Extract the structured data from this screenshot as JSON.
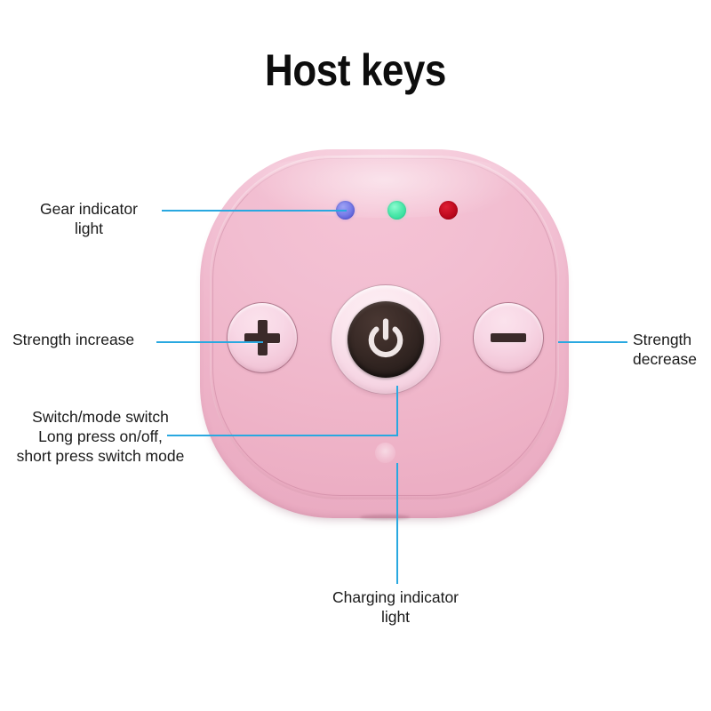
{
  "page": {
    "title": "Host keys",
    "background_color": "#ffffff"
  },
  "theme": {
    "leader_line_color": "#29a8e0",
    "text_color": "#1a1a1a",
    "device_body_color": "#f0b6cc",
    "device_rim_color": "#f4c6d8"
  },
  "device": {
    "name": "host-device",
    "shape": "squircle",
    "indicator_lights": [
      {
        "name": "gear-indicator-led-blue",
        "color": "#6b6fe8",
        "label": "blue"
      },
      {
        "name": "gear-indicator-led-green",
        "color": "#3fe8a8",
        "label": "green"
      },
      {
        "name": "gear-indicator-led-red",
        "color": "#c50d22",
        "label": "red"
      }
    ],
    "buttons": {
      "plus": {
        "glyph": "+",
        "name": "strength-increase-button"
      },
      "minus": {
        "glyph": "−",
        "name": "strength-decrease-button"
      },
      "power": {
        "glyph": "power-symbol",
        "name": "power-mode-button"
      }
    },
    "charging_indicator": {
      "name": "charging-indicator-light"
    }
  },
  "callouts": [
    {
      "id": "gear-indicator",
      "text": "Gear indicator\nlight",
      "position": "left-top"
    },
    {
      "id": "strength-increase",
      "text": "Strength increase",
      "position": "left-middle"
    },
    {
      "id": "switch-mode",
      "text": "Switch/mode switch\nLong press on/off,\nshort press switch mode",
      "position": "left-bottom"
    },
    {
      "id": "strength-decrease",
      "text": "Strength\ndecrease",
      "position": "right-middle"
    },
    {
      "id": "charging-indicator",
      "text": "Charging indicator\nlight",
      "position": "bottom-center"
    }
  ]
}
